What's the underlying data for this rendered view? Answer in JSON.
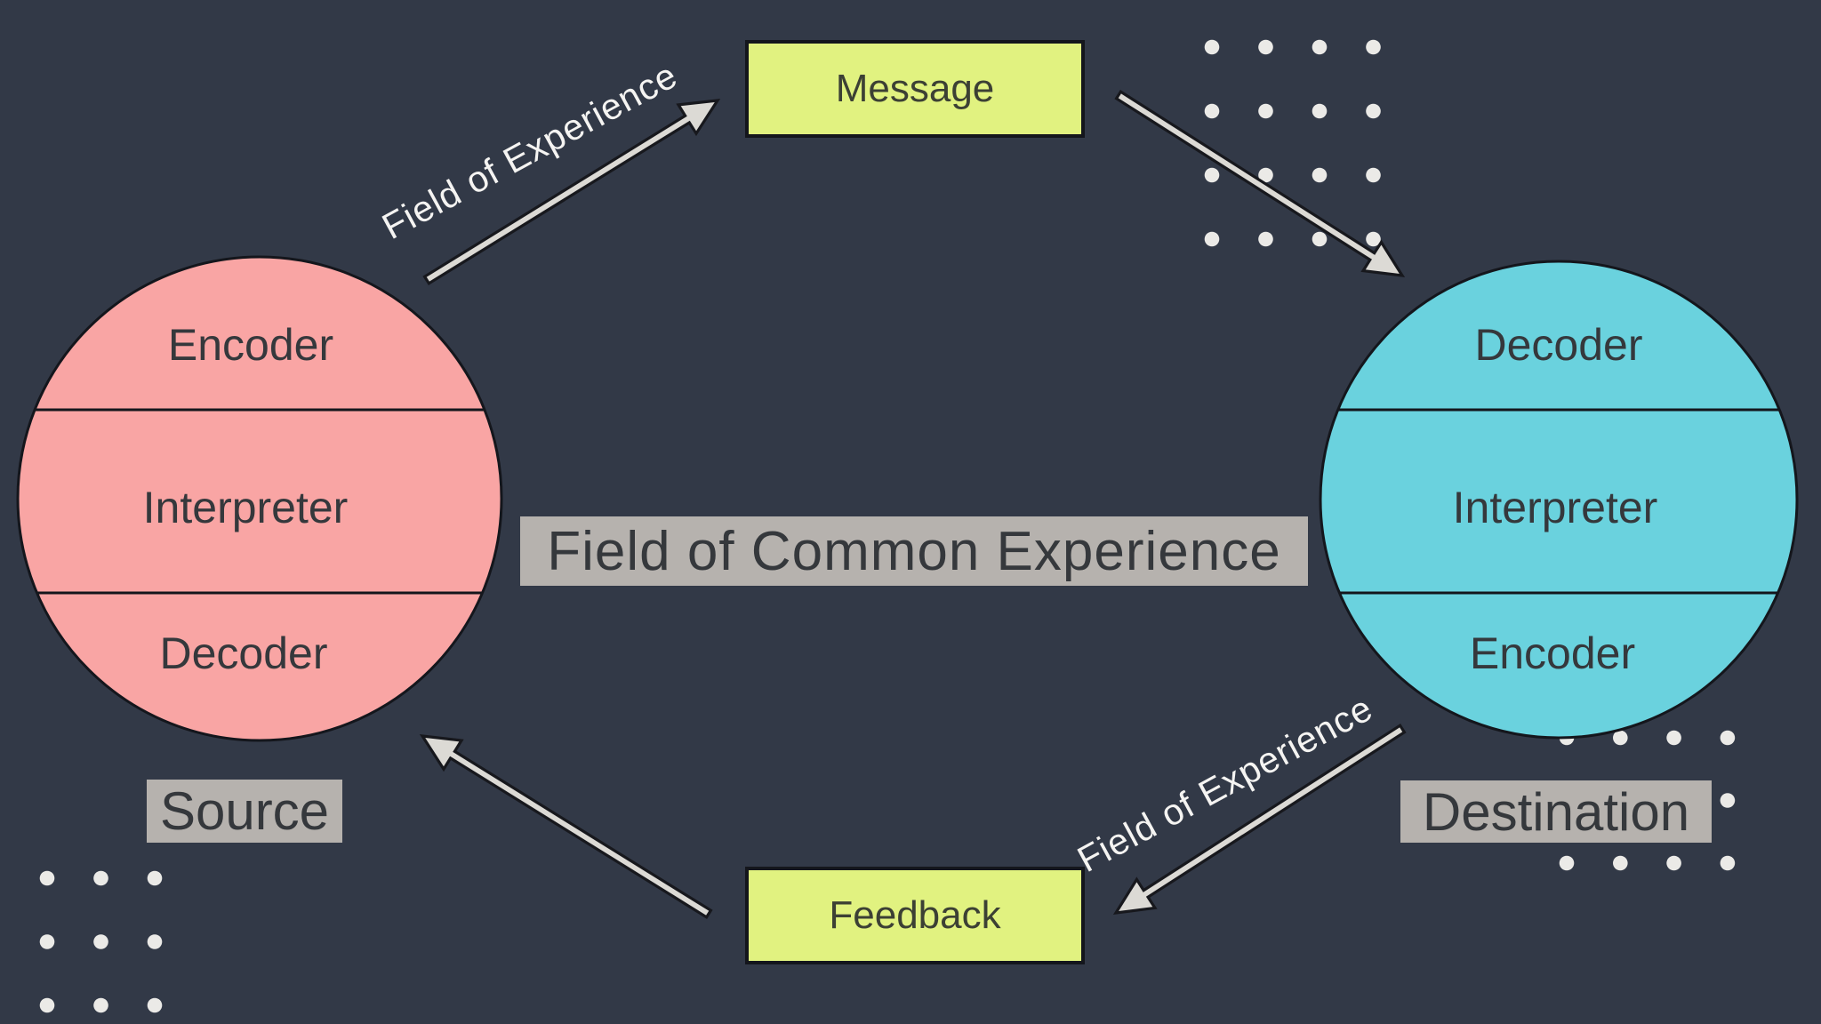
{
  "diagram": {
    "source": {
      "label": "Source",
      "sections": [
        "Encoder",
        "Interpreter",
        "Decoder"
      ]
    },
    "destination": {
      "label": "Destination",
      "sections": [
        "Decoder",
        "Interpreter",
        "Encoder"
      ]
    },
    "message": {
      "label": "Message"
    },
    "feedback": {
      "label": "Feedback"
    },
    "common_field": {
      "label": "Field of Common Experience"
    },
    "edges": [
      {
        "from": "Source",
        "to": "Message",
        "label": "Field of Experience"
      },
      {
        "from": "Message",
        "to": "Destination",
        "label": ""
      },
      {
        "from": "Destination",
        "to": "Feedback",
        "label": "Field of Experience"
      },
      {
        "from": "Feedback",
        "to": "Source",
        "label": ""
      }
    ]
  },
  "decorations": {
    "dot_grid_top_right": {
      "rows": 4,
      "cols": 4
    },
    "dot_grid_bottom_left": {
      "rows": 3,
      "cols": 3
    },
    "dot_grid_bottom_right": {
      "rows": 3,
      "cols": 4
    }
  },
  "colors": {
    "background": "#323947",
    "source_fill": "#f9a5a4",
    "destination_fill": "#6ad2de",
    "message_fill": "#e1f280",
    "banner_fill": "#b6b2ae",
    "arrow_fill": "#dcdad5",
    "arrow_outline": "#17181d",
    "shape_outline": "#14161c",
    "dot": "#ebeae7",
    "dark_text": "#35383c",
    "light_text": "#f5f4f2"
  }
}
